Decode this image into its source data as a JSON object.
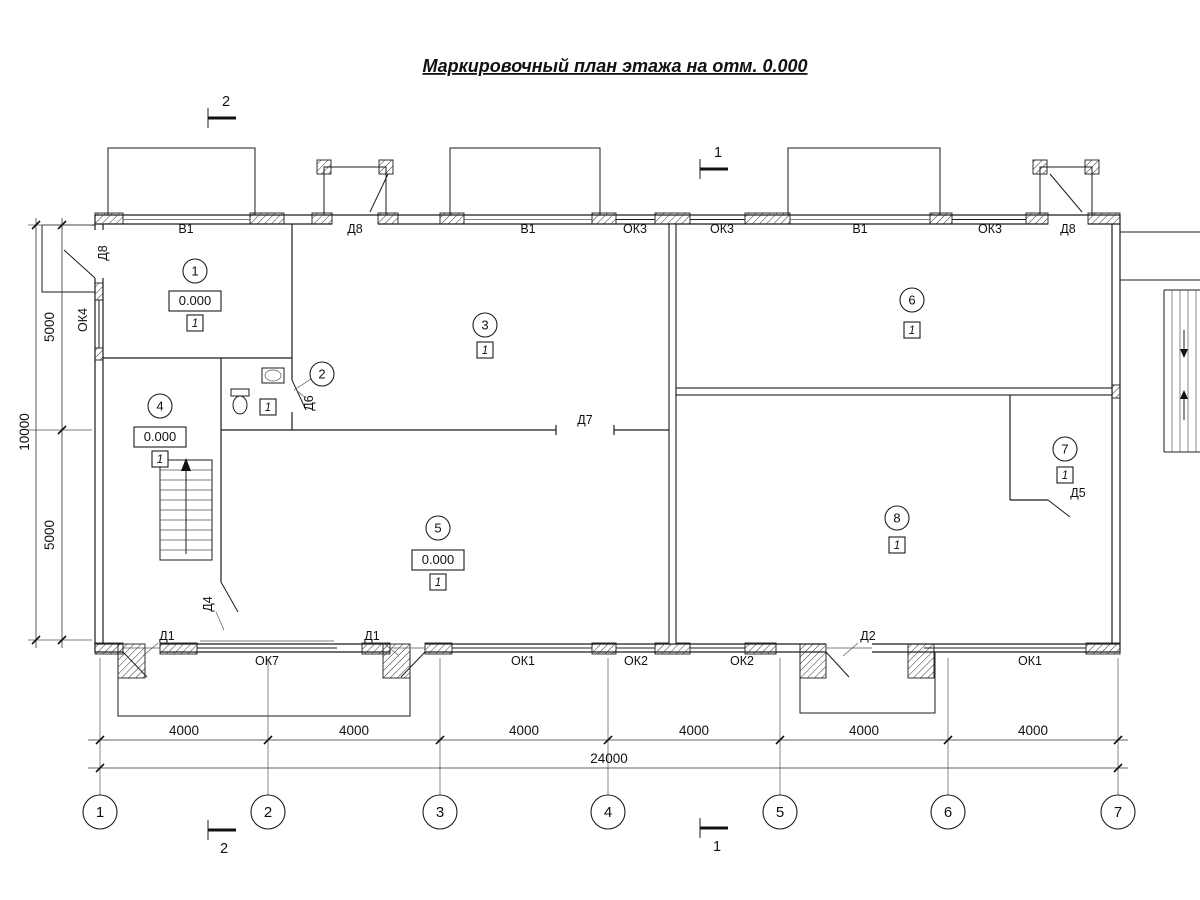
{
  "title": "Маркировочный план этажа на отм. 0.000",
  "sections": {
    "one": "1",
    "two": "2"
  },
  "axes": [
    "1",
    "2",
    "3",
    "4",
    "5",
    "6",
    "7"
  ],
  "dims": {
    "bays": [
      "4000",
      "4000",
      "4000",
      "4000",
      "4000",
      "4000"
    ],
    "total": "24000",
    "left": [
      "5000",
      "10000",
      "5000"
    ]
  },
  "openings": {
    "top": [
      "Д8",
      "В1",
      "Д8",
      "В1",
      "ОК3",
      "ОК3",
      "В1",
      "ОК3",
      "Д8"
    ],
    "left": "ОК4",
    "inner": {
      "d6": "Д6",
      "d7": "Д7",
      "d5": "Д5"
    },
    "bottom": [
      "Д1",
      "Д4",
      "ОК7",
      "Д1",
      "ОК1",
      "ОК2",
      "ОК2",
      "Д2",
      "ОК1"
    ]
  },
  "rooms": [
    {
      "num": "1",
      "elev": "0.000",
      "mark": "1"
    },
    {
      "num": "2",
      "mark": "1"
    },
    {
      "num": "3",
      "mark": "1"
    },
    {
      "num": "4",
      "elev": "0.000",
      "mark": "1"
    },
    {
      "num": "5",
      "elev": "0.000",
      "mark": "1"
    },
    {
      "num": "6",
      "mark": "1"
    },
    {
      "num": "7",
      "mark": "1"
    },
    {
      "num": "8",
      "mark": "1"
    }
  ]
}
